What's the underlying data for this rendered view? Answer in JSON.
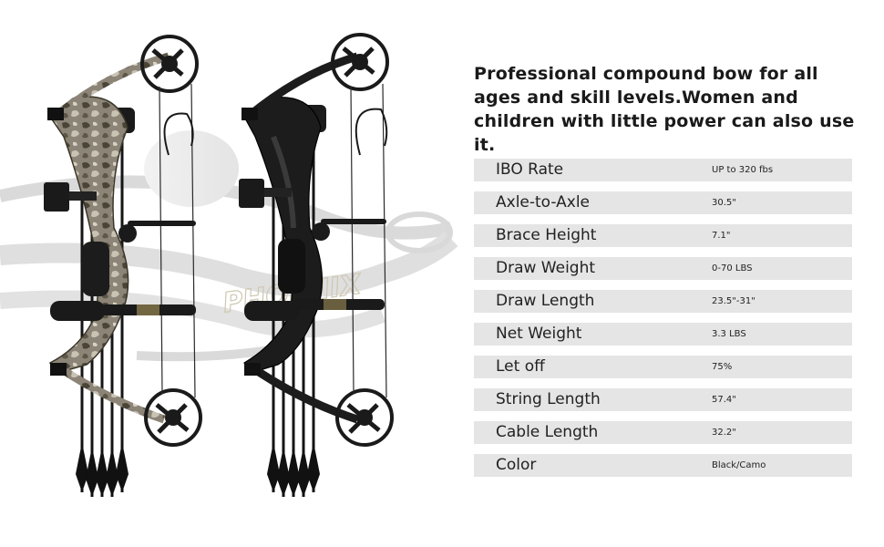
{
  "headline": "Professional compound bow for all ages and skill levels.Women and children with little power can also use it.",
  "illustration": {
    "background_bow_print": "PHOENIX",
    "bows": [
      {
        "name": "camo-bow",
        "finish": "Camo"
      },
      {
        "name": "black-bow",
        "finish": "Black"
      }
    ],
    "arrows_per_bow": 5
  },
  "specs": [
    {
      "label": "IBO Rate",
      "value": "UP to 320 fbs"
    },
    {
      "label": "Axle-to-Axle",
      "value": "30.5\""
    },
    {
      "label": "Brace Height",
      "value": "7.1\""
    },
    {
      "label": "Draw Weight",
      "value": "0-70 LBS"
    },
    {
      "label": "Draw Length",
      "value": "23.5\"-31\""
    },
    {
      "label": "Net Weight",
      "value": "3.3 LBS"
    },
    {
      "label": "Let off",
      "value": "75%"
    },
    {
      "label": "String Length",
      "value": "57.4\""
    },
    {
      "label": "Cable Length",
      "value": "32.2\""
    },
    {
      "label": "Color",
      "value": "Black/Camo"
    }
  ],
  "colors": {
    "row_background": "#e5e5e5",
    "text": "#1a1a1a",
    "black_finish": "#1c1c1c",
    "camo_base": "#8c8577",
    "camo_dark": "#4a4437",
    "camo_light": "#c9c3b4",
    "ghost_bow": "#d4d4d4"
  }
}
